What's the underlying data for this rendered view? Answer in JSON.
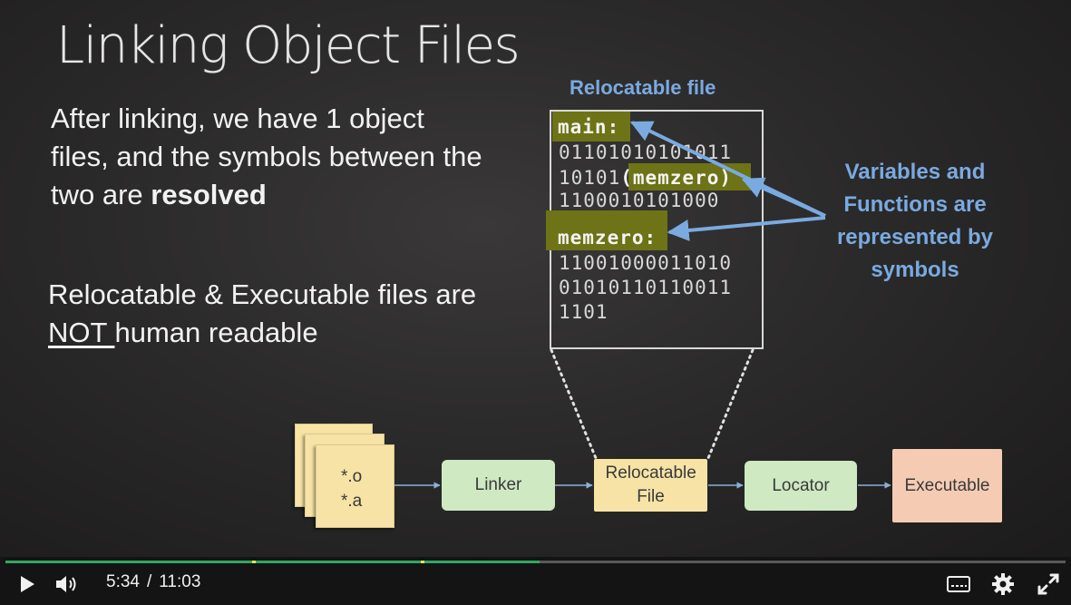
{
  "slide": {
    "title": "Linking Object Files",
    "para1": {
      "text": "After linking, we have 1 object files, and the symbols between the two are",
      "bold": "resolved"
    },
    "para2": {
      "before": "Relocatable & Executable files are ",
      "underline": "NOT ",
      "after": "human readable"
    },
    "relocatable_file": {
      "title": "Relocatable file",
      "lines": {
        "main_label": "main:",
        "l1": "01101010101011",
        "l2_prefix": "10101",
        "l2_symbol": "(memzero)",
        "l3": "1100010101000",
        "memzero_label": "memzero:",
        "l4": "11001000011010",
        "l5": "01010110110011",
        "l6": "1101"
      }
    },
    "annotation": "Variables and Functions are represented by symbols",
    "pipeline": {
      "inputs_line1": "*.o",
      "inputs_line2": "*.a",
      "linker": "Linker",
      "relocatable": "Relocatable File",
      "locator": "Locator",
      "executable": "Executable"
    },
    "colors": {
      "accent_blue": "#7aaae0",
      "symbol_highlight": "#6d7316",
      "green_box": "#cfe9c3",
      "yellow_box": "#f7e3a6",
      "salmon_box": "#f6cbb4"
    }
  },
  "player": {
    "current_time": "5:34",
    "separator": "/",
    "duration": "11:03",
    "progress_fraction": 0.504,
    "chapter_marker_fractions": [
      0.233,
      0.392
    ],
    "icons": {
      "play": "play-icon",
      "volume": "volume-icon",
      "captions": "captions-icon",
      "settings": "gear-icon",
      "fullscreen": "fullscreen-icon"
    }
  }
}
